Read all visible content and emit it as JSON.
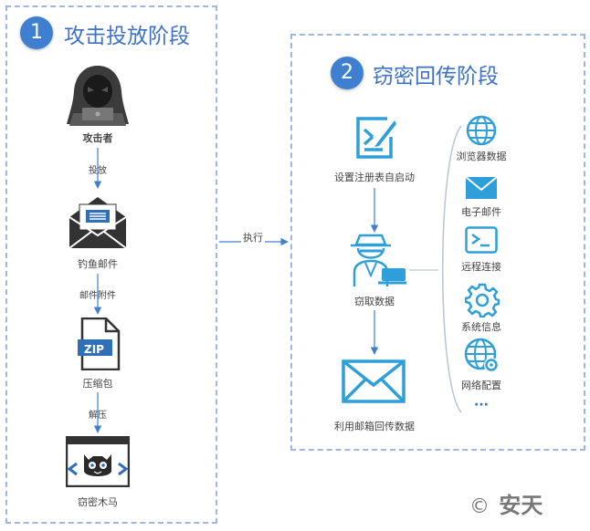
{
  "stage1": {
    "number": "1",
    "title": "攻击投放阶段",
    "attacker_label": "攻击者",
    "arrow1_label": "投放",
    "email_label": "钓鱼邮件",
    "arrow2_label": "邮件附件",
    "zip_icon_text": "ZIP",
    "zip_label": "压缩包",
    "arrow3_label": "解压",
    "trojan_label": "窃密木马"
  },
  "connector_label": "执行",
  "stage2": {
    "number": "2",
    "title": "窃密回传阶段",
    "registry_label": "设置注册表自启动",
    "steal_label": "窃取数据",
    "mail_back_label": "利用邮箱回传数据",
    "data_items": [
      {
        "label": "浏览器数据",
        "icon": "globe-icon"
      },
      {
        "label": "电子邮件",
        "icon": "email-icon"
      },
      {
        "label": "远程连接",
        "icon": "terminal-icon"
      },
      {
        "label": "系统信息",
        "icon": "gear-icon"
      },
      {
        "label": "网络配置",
        "icon": "network-globe-icon"
      }
    ],
    "more_label": "···"
  },
  "watermark": {
    "symbol": "©",
    "text": "安天"
  },
  "colors": {
    "accent": "#3f7fd0",
    "icon_blue": "#2e9fd8",
    "dark": "#444444",
    "dashed_border": "#9db7e4"
  }
}
